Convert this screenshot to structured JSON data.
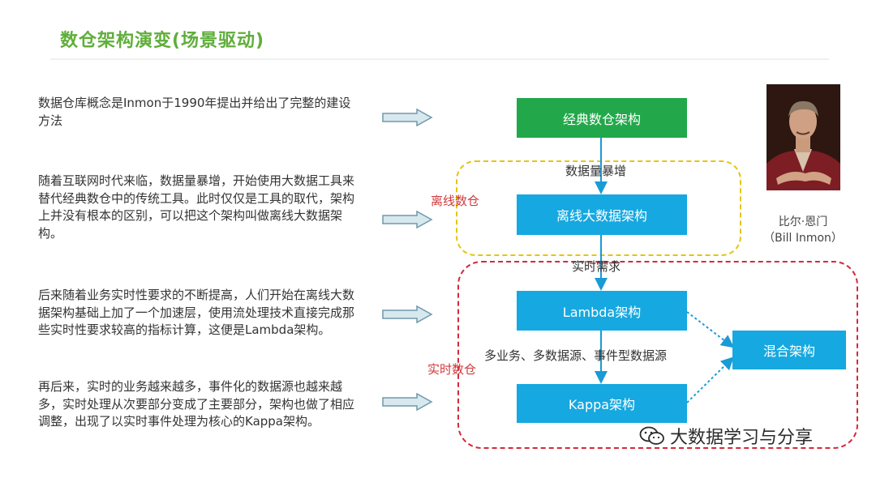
{
  "title": "数仓架构演变(场景驱动)",
  "paragraphs": [
    "数据仓库概念是Inmon于1990年提出并给出了完整的建设方法",
    "随着互联网时代来临，数据量暴增，开始使用大数据工具来替代经典数仓中的传统工具。此时仅仅是工具的取代，架构上并没有根本的区别，可以把这个架构叫做离线大数据架构。",
    "后来随着业务实时性要求的不断提高，人们开始在离线大数据架构基础上加了一个加速层，使用流处理技术直接完成那些实时性要求较高的指标计算，这便是Lambda架构。",
    "再后来，实时的业务越来越多，事件化的数据源也越来越多，实时处理从次要部分变成了主要部分，架构也做了相应调整，出现了以实时事件处理为核心的Kappa架构。"
  ],
  "diagram": {
    "boxes": {
      "classic": "经典数仓架构",
      "offline": "离线大数据架构",
      "lambda": "Lambda架构",
      "kappa": "Kappa架构",
      "hybrid": "混合架构"
    },
    "edge_labels": {
      "data_surge": "数据量暴增",
      "realtime_demand": "实时需求",
      "multi_source": "多业务、多数据源、事件型数据源"
    },
    "region_labels": {
      "offline": "离线数仓",
      "realtime": "实时数仓"
    }
  },
  "person": {
    "name_cn": "比尔·恩门",
    "name_en": "（Bill Inmon）"
  },
  "watermark": "大数据学习与分享",
  "colors": {
    "title": "#5fae3a",
    "green_box": "#22a84a",
    "blue_box": "#16a8e0",
    "yellow_dash": "#e6c414",
    "red_dash": "#d42a3a",
    "red_text": "#d0393d"
  }
}
